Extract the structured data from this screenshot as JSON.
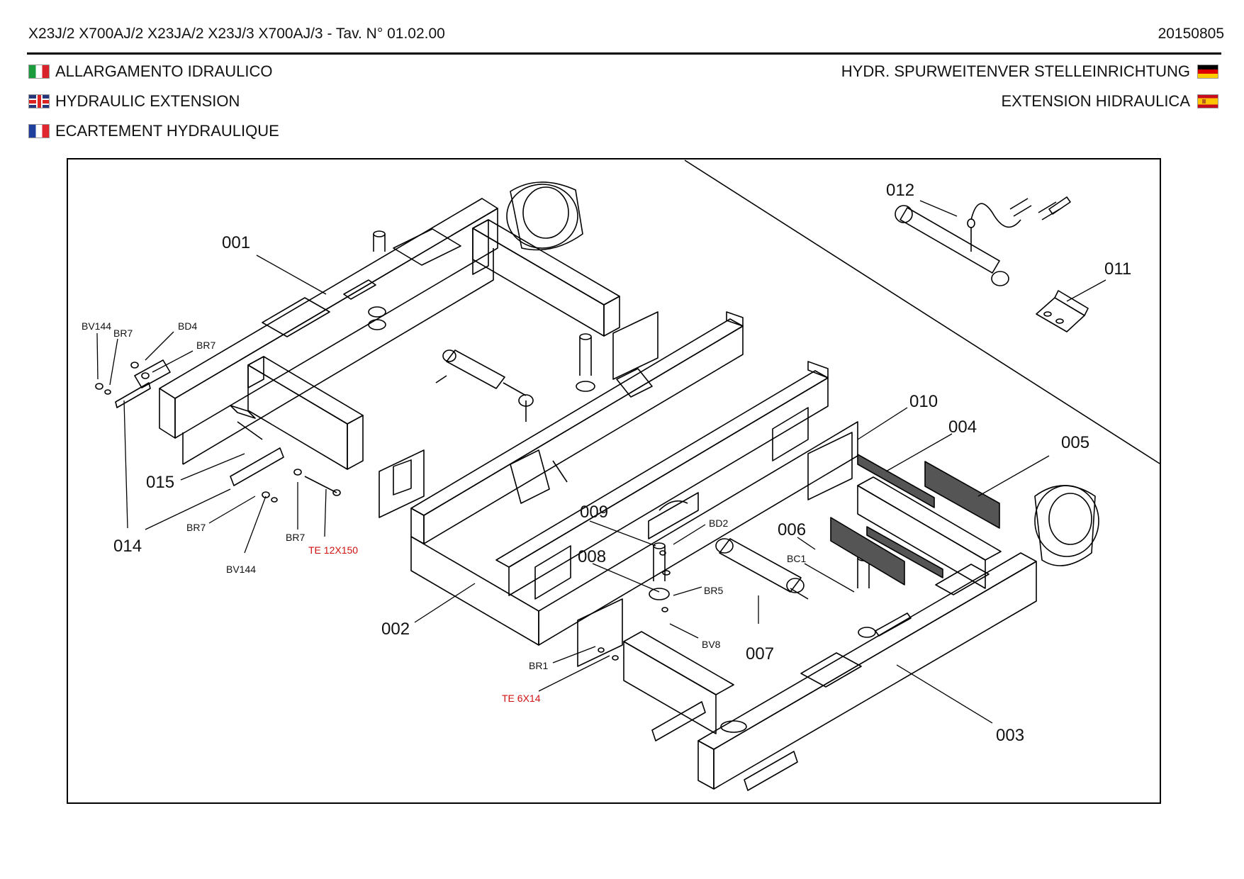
{
  "header": {
    "title": "X23J/2 X700AJ/2 X23JA/2 X23J/3 X700AJ/3 - Tav. N° 01.02.00",
    "date": "20150805"
  },
  "languages": {
    "it": {
      "text": "ALLARGAMENTO IDRAULICO",
      "flag": "italy-flag-icon"
    },
    "en": {
      "text": "HYDRAULIC EXTENSION",
      "flag": "uk-flag-icon"
    },
    "fr": {
      "text": "ECARTEMENT HYDRAULIQUE",
      "flag": "france-flag-icon"
    },
    "de": {
      "text": "HYDR. SPURWEITENVER STELLEINRICHTUNG",
      "flag": "germany-flag-icon"
    },
    "es": {
      "text": "EXTENSION HIDRAULICA",
      "flag": "spain-flag-icon"
    }
  },
  "callouts": {
    "p001": "001",
    "p002": "002",
    "p003": "003",
    "p004": "004",
    "p005": "005",
    "p006": "006",
    "p007": "007",
    "p008": "008",
    "p009": "009",
    "p010": "010",
    "p011": "011",
    "p012": "012",
    "p014": "014",
    "p015": "015"
  },
  "hardware": {
    "bv144_a": "BV144",
    "br7_a": "BR7",
    "bd4": "BD4",
    "br7_b": "BR7",
    "br7_c": "BR7",
    "bv144_b": "BV144",
    "br7_d": "BR7",
    "te12x150": "TE 12X150",
    "bd2": "BD2",
    "bc1": "BC1",
    "br5": "BR5",
    "bv8": "BV8",
    "br1": "BR1",
    "te6x14": "TE 6X14"
  },
  "colors": {
    "highlight_code": "#d01010",
    "line": "#000000",
    "pad_fill": "#555555"
  }
}
